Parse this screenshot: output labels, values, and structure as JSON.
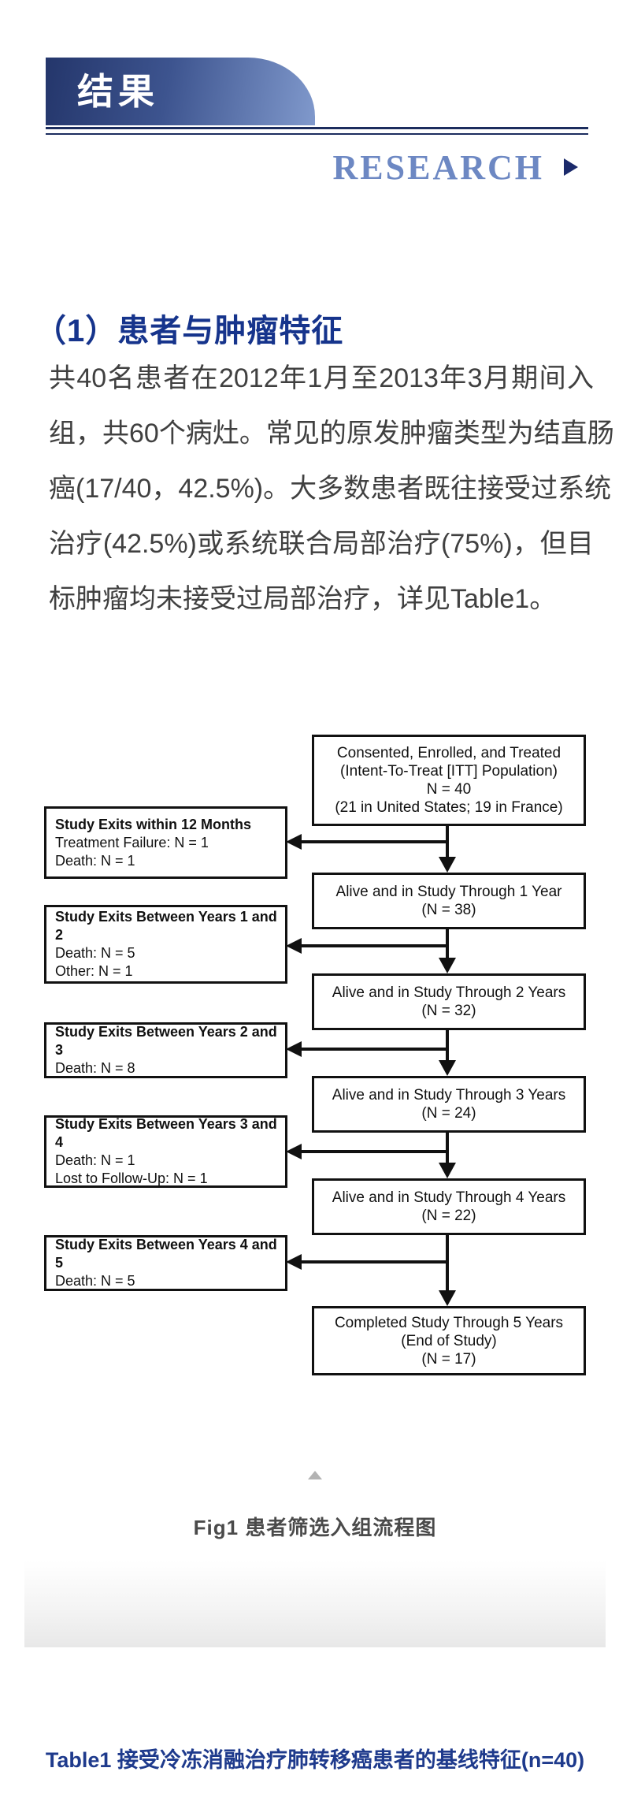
{
  "banner": {
    "title": "结果"
  },
  "masthead": {
    "label": "RESEARCH"
  },
  "section": {
    "heading": "（1）患者与肿瘤特征"
  },
  "paragraph": {
    "lines": [
      "共40名患者在2012年1月至2013年3月期间入",
      "组，共60个病灶。常见的原发肿瘤类型为结直肠",
      "癌(17/40，42.5%)。大多数患者既往接受过系统",
      "治疗(42.5%)或系统联合局部治疗(75%)，但目",
      "标肿瘤均未接受过局部治疗，详见Table1。"
    ]
  },
  "flowchart": {
    "main_boxes": [
      {
        "lines": [
          "Consented, Enrolled, and Treated",
          "(Intent-To-Treat [ITT] Population)",
          "N = 40",
          "(21 in United States; 19 in France)"
        ]
      },
      {
        "lines": [
          "Alive and in Study Through 1 Year",
          "(N = 38)"
        ]
      },
      {
        "lines": [
          "Alive and in Study Through 2 Years",
          "(N = 32)"
        ]
      },
      {
        "lines": [
          "Alive and in Study Through 3 Years",
          "(N = 24)"
        ]
      },
      {
        "lines": [
          "Alive and in Study Through 4 Years",
          "(N = 22)"
        ]
      },
      {
        "lines": [
          "Completed Study Through 5 Years",
          "(End of Study)",
          "(N = 17)"
        ]
      }
    ],
    "exit_boxes": [
      {
        "title": "Study Exits within 12 Months",
        "items": [
          "Treatment Failure: N = 1",
          "Death: N = 1"
        ]
      },
      {
        "title": "Study Exits Between Years 1 and 2",
        "items": [
          "Death: N = 5",
          "Other: N = 1"
        ]
      },
      {
        "title": "Study Exits Between Years 2 and 3",
        "items": [
          "Death: N = 8"
        ]
      },
      {
        "title": "Study Exits Between Years 3 and 4",
        "items": [
          "Death: N = 1",
          "Lost to Follow-Up: N = 1"
        ]
      },
      {
        "title": "Study Exits Between Years 4 and 5",
        "items": [
          "Death: N = 5"
        ]
      }
    ]
  },
  "figure": {
    "caption": "Fig1 患者筛选入组流程图"
  },
  "table_section": {
    "title": "Table1 接受冷冻消融治疗肺转移癌患者的基线特征(n=40)"
  },
  "colors": {
    "accent_navy": "#16348c",
    "banner_dark": "#24366b",
    "banner_light": "#8099cc",
    "research_blue": "#6d88c3",
    "rule_navy": "#1c2d5e",
    "body_text": "#404040",
    "diagram_ink": "#111111",
    "caption_gray": "#4a4a4a",
    "table_title_navy": "#1e3a8c"
  }
}
